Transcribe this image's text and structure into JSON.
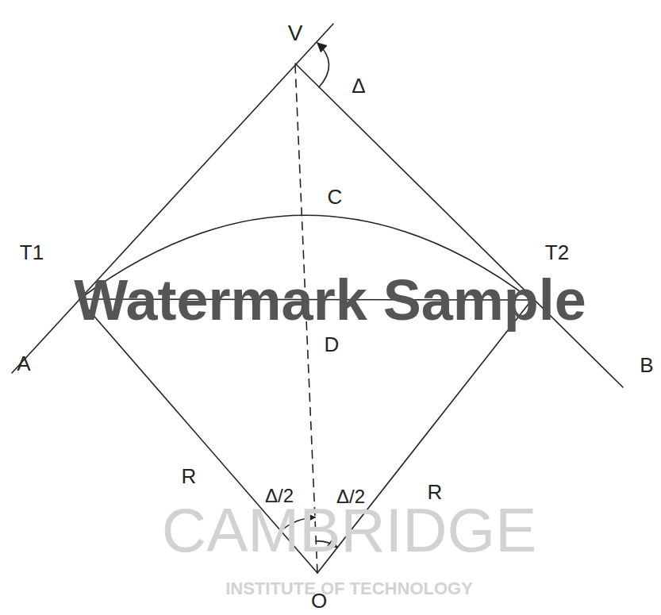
{
  "diagram": {
    "labels": [
      "V",
      "Δ",
      "C",
      "T1",
      "D",
      "T2",
      "Watermark Sample",
      "A",
      "B",
      "R",
      "Δ/2",
      "Δ/2",
      "R",
      "O",
      "CAMBRIDGE",
      "INSTITUTE OF TECHNOLOGY"
    ]
  }
}
